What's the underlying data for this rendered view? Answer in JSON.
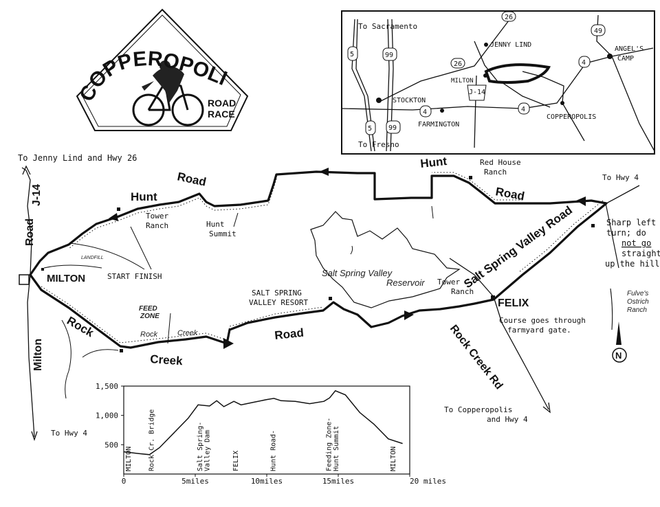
{
  "logo": {
    "title": "COPPEROPOLIS",
    "line1": "ROAD",
    "line2": "RACE"
  },
  "inset": {
    "places": [
      "To Sacramento",
      "JENNY LIND",
      "MILTON",
      "STOCKTON",
      "FARMINGTON",
      "COPPEROPOLIS",
      "ANGEL'S",
      "CAMP",
      "To Fresno"
    ],
    "shields": [
      "26",
      "49",
      "5",
      "99",
      "26",
      "4",
      "J-14",
      "4",
      "4",
      "5",
      "99"
    ]
  },
  "map": {
    "top_left_note": "To Jenny Lind and Hwy 26",
    "to_hwy4_top": "To Hwy 4",
    "to_hwy4_left": "To Hwy 4",
    "road_labels": {
      "road_j14_word": "Road",
      "road_j14_code": "J-14",
      "milton_road": "Milton",
      "hunt_left": "Hunt",
      "road_left": "Road",
      "hunt_right": "Hunt",
      "road_right": "Road",
      "salt_spring_valley_road": "Salt Spring Valley Road",
      "rock": "Rock",
      "creek": "Creek",
      "road_middle": "Road",
      "rock_creek_rd": "Rock Creek Rd",
      "rock_small": "Rock",
      "creek_small": "Creek"
    },
    "places": {
      "milton": "MILTON",
      "start_finish": "START FINISH",
      "tower_ranch_left_1": "Tower",
      "tower_ranch_left_2": "Ranch",
      "hunt_summit_1": "Hunt",
      "hunt_summit_2": "Summit",
      "red_house_ranch_1": "Red House",
      "red_house_ranch_2": "Ranch",
      "landfill": "LANDFILL",
      "salt_spring_resort_1": "SALT SPRING",
      "salt_spring_resort_2": "VALLEY RESORT",
      "reservoir_1": "Salt Spring Valley",
      "reservoir_2": "Reservoir",
      "tower_ranch_right_1": "Tower",
      "tower_ranch_right_2": "Ranch",
      "felix": "FELIX",
      "gate_note_1": "Course goes through",
      "gate_note_2": "farmyard gate.",
      "to_copperopolis_1": "To Copperopolis",
      "to_copperopolis_2": "and Hwy 4",
      "feed_zone_1": "FEED",
      "feed_zone_2": "ZONE",
      "north": "N"
    },
    "sharp_note": [
      "Sharp left",
      "turn; do",
      "not go",
      "straight",
      "up the hill"
    ],
    "ostrich_note": [
      "Fulve's",
      "Ostrich",
      "Ranch"
    ]
  },
  "chart_data": {
    "type": "line",
    "title": "",
    "xlabel": "",
    "ylabel": "",
    "xlim": [
      0,
      20
    ],
    "ylim": [
      0,
      1500
    ],
    "x_ticks": [
      0,
      5,
      10,
      15,
      20
    ],
    "x_tick_labels": [
      "0",
      "5miles",
      "10miles",
      "15miles",
      "20 miles"
    ],
    "y_ticks": [
      500,
      1000,
      1500
    ],
    "y_tick_labels": [
      "500",
      "1,000",
      "1,500"
    ],
    "series": [
      {
        "x": [
          0,
          1,
          1.8,
          2.5,
          3.5,
          4.5,
          5.2,
          6,
          6.5,
          7,
          7.7,
          8.2,
          9,
          10,
          10.5,
          11,
          12,
          13,
          14,
          14.4,
          14.8,
          15.5,
          16.5,
          17.5,
          18.5,
          19.5
        ],
        "y": [
          380,
          350,
          330,
          450,
          700,
          950,
          1180,
          1160,
          1250,
          1150,
          1240,
          1180,
          1220,
          1270,
          1290,
          1250,
          1240,
          1200,
          1240,
          1300,
          1420,
          1350,
          1050,
          850,
          600,
          520
        ]
      }
    ],
    "annotations": [
      {
        "x": 0.3,
        "label": "MILTON"
      },
      {
        "x": 1.9,
        "label": "Rock Cr. Bridge"
      },
      {
        "x": 5.3,
        "label": "Salt Spring-"
      },
      {
        "x": 5.8,
        "label": "Valley Dam"
      },
      {
        "x": 7.8,
        "label": "FELIX"
      },
      {
        "x": 10.4,
        "label": "Hunt Road-"
      },
      {
        "x": 14.3,
        "label": "Feeding Zone-"
      },
      {
        "x": 14.8,
        "label": "Hunt Summit"
      },
      {
        "x": 18.8,
        "label": "MILTON"
      }
    ]
  }
}
